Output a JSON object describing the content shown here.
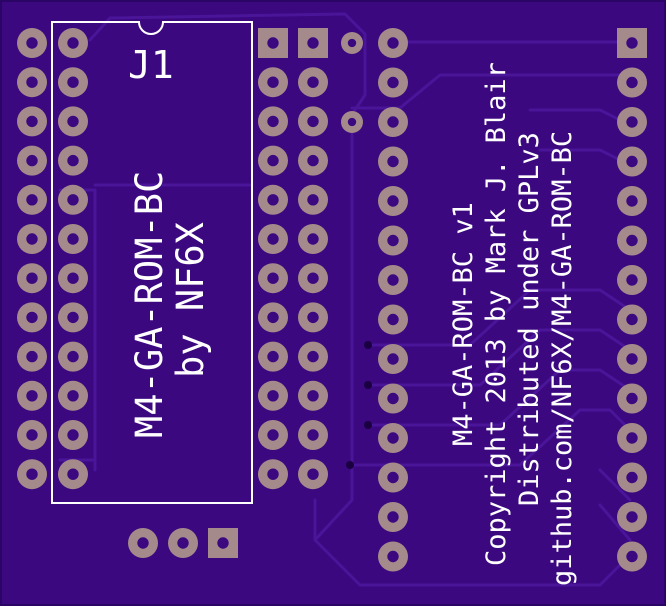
{
  "colors": {
    "board": "#3b0880",
    "trace": "#4a1598",
    "pad": "#a48a8a",
    "hole": "#3b0880",
    "silkscreen": "#ffffff"
  },
  "silkscreen": {
    "ref_label": "J1",
    "title": "M4-GA-ROM-BC",
    "author": "by NF6X",
    "notice_title": "M4-GA-ROM-BC v1",
    "notice_copyright": "Copyright 2013 by Mark J. Blair",
    "notice_license": "Distributed under GPLv3",
    "notice_url": "github.com/NF6X/M4-GA-ROM-BC"
  }
}
